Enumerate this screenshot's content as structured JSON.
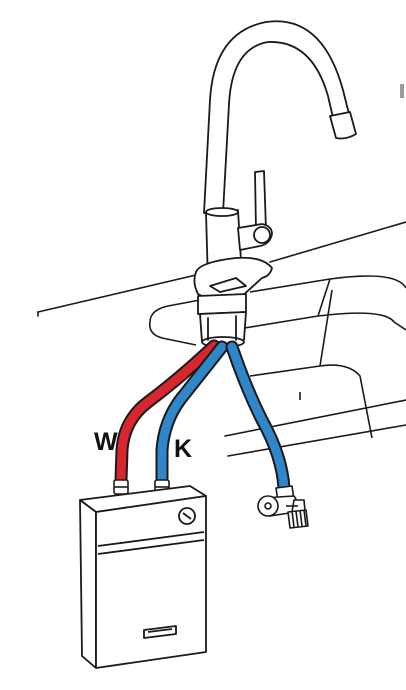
{
  "labels": {
    "warm": "W",
    "cold": "K"
  },
  "colors": {
    "line": "#1a1a1a",
    "hot_hose": "#d7262e",
    "cold_hose": "#2f86c8",
    "background": "#ffffff"
  },
  "components": [
    "faucet",
    "sink",
    "countertop",
    "water-heater",
    "hot-hose",
    "cold-hose",
    "angle-valve"
  ]
}
